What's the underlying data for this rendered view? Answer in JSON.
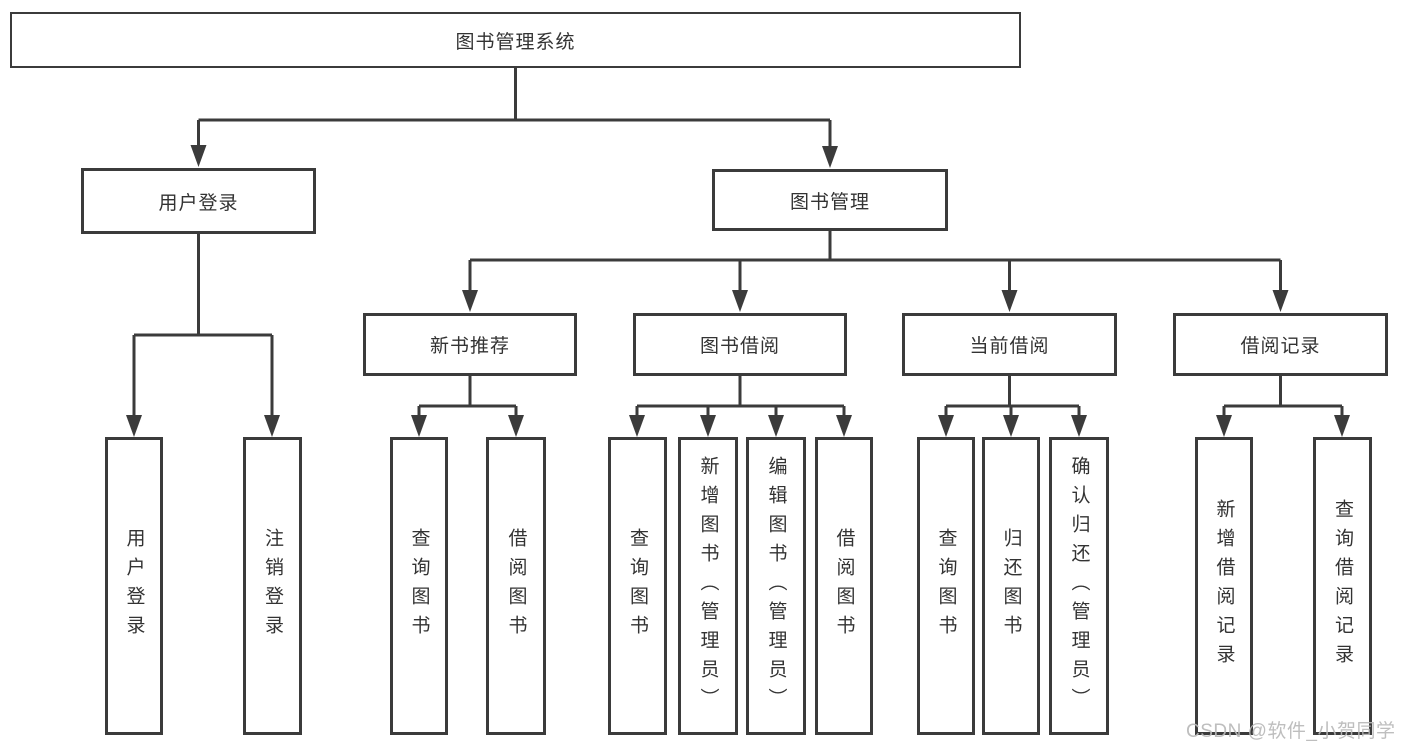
{
  "diagram": {
    "root": {
      "label": "图书管理系统",
      "children": [
        {
          "label": "用户登录",
          "children": [
            {
              "label": "用户登录"
            },
            {
              "label": "注销登录"
            }
          ]
        },
        {
          "label": "图书管理",
          "children": [
            {
              "label": "新书推荐",
              "children": [
                {
                  "label": "查询图书"
                },
                {
                  "label": "借阅图书"
                }
              ]
            },
            {
              "label": "图书借阅",
              "children": [
                {
                  "label": "查询图书"
                },
                {
                  "label": "新增图书（管理员）"
                },
                {
                  "label": "编辑图书（管理员）"
                },
                {
                  "label": "借阅图书"
                }
              ]
            },
            {
              "label": "当前借阅",
              "children": [
                {
                  "label": "查询图书"
                },
                {
                  "label": "归还图书"
                },
                {
                  "label": "确认归还（管理员）"
                }
              ]
            },
            {
              "label": "借阅记录",
              "children": [
                {
                  "label": "新增借阅记录"
                },
                {
                  "label": "查询借阅记录"
                }
              ]
            }
          ]
        }
      ]
    }
  },
  "watermark": {
    "text": "CSDN @软件_小贺同学"
  },
  "colors": {
    "line": "#3b3b3b",
    "text": "#333333",
    "watermark": "#b9b9b9",
    "background": "#ffffff"
  }
}
